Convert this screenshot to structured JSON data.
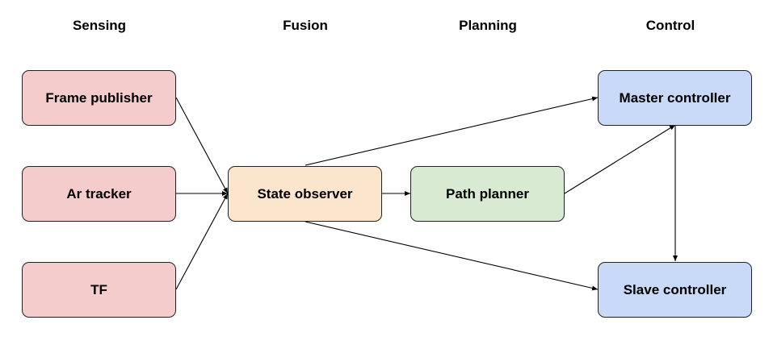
{
  "columns": {
    "sensing": "Sensing",
    "fusion": "Fusion",
    "planning": "Planning",
    "control": "Control"
  },
  "nodes": {
    "frame_publisher": "Frame publisher",
    "ar_tracker": "Ar tracker",
    "tf": "TF",
    "state_observer": "State observer",
    "path_planner": "Path planner",
    "master_controller": "Master controller",
    "slave_controller": "Slave controller"
  },
  "colors": {
    "sensing_fill": "#f4cccc",
    "fusion_fill": "#fce5cd",
    "planning_fill": "#d9ead3",
    "control_fill": "#c9daf8",
    "edge": "#000000"
  },
  "edges": [
    {
      "from": "frame_publisher",
      "to": "state_observer"
    },
    {
      "from": "ar_tracker",
      "to": "state_observer"
    },
    {
      "from": "tf",
      "to": "state_observer"
    },
    {
      "from": "state_observer",
      "to": "path_planner"
    },
    {
      "from": "state_observer",
      "to": "master_controller"
    },
    {
      "from": "state_observer",
      "to": "slave_controller"
    },
    {
      "from": "path_planner",
      "to": "master_controller"
    },
    {
      "from": "master_controller",
      "to": "slave_controller",
      "bidirectional": true
    }
  ]
}
